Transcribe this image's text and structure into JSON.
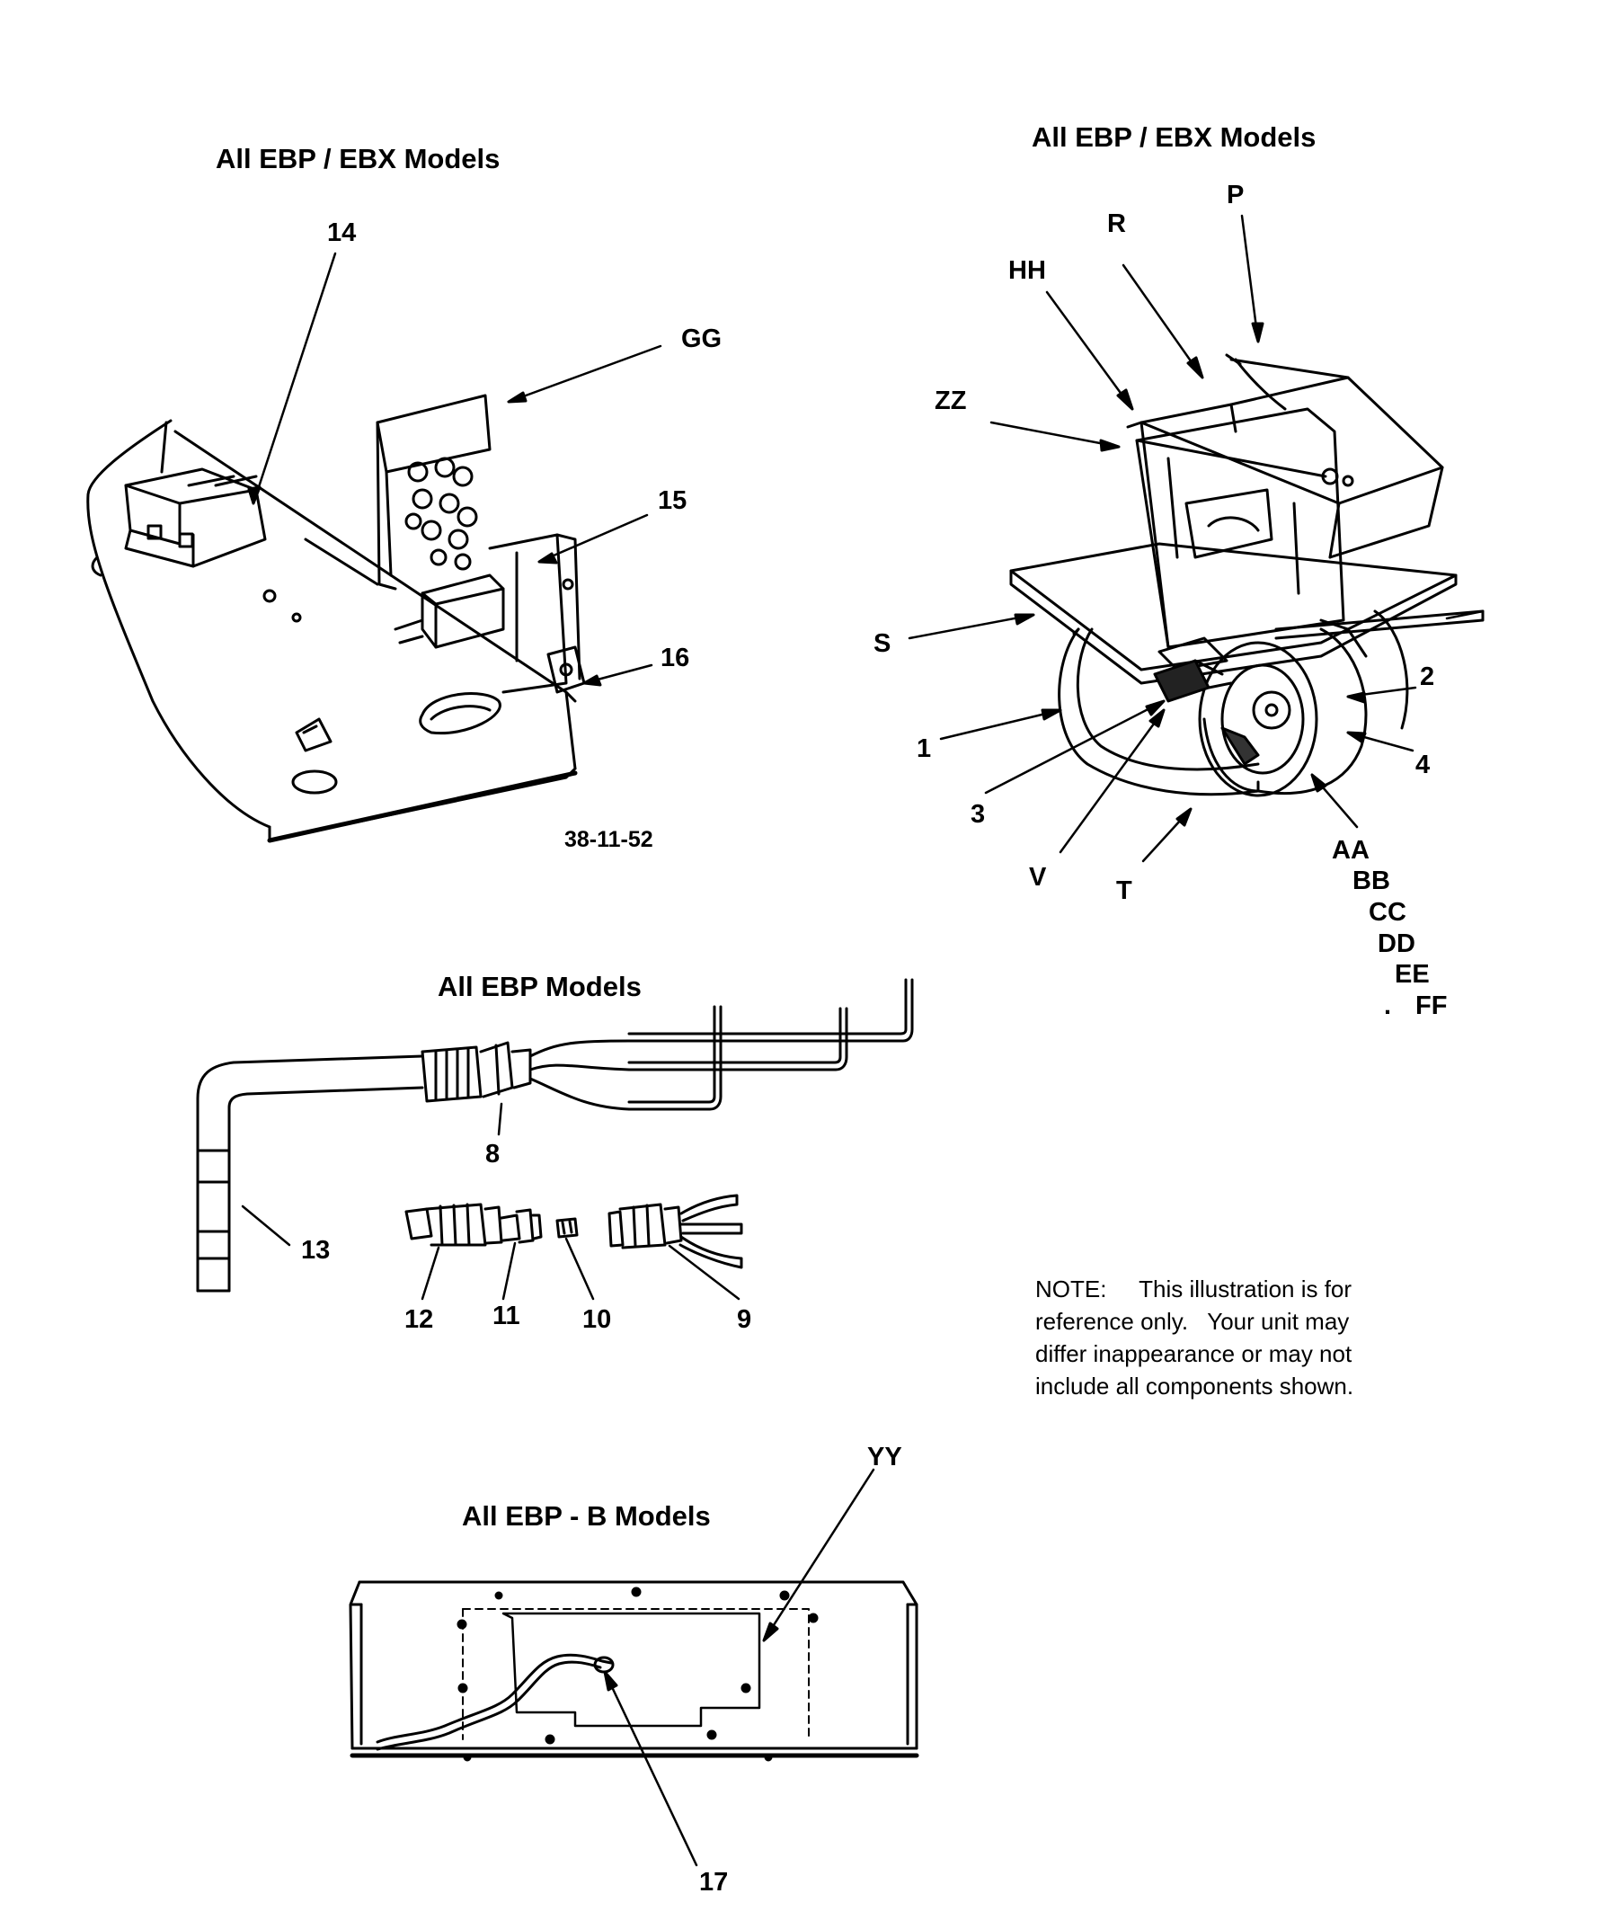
{
  "panels": {
    "control": {
      "title": "All EBP / EBX Models",
      "figure_number": "38-11-52",
      "callouts": [
        "14",
        "GG",
        "15",
        "16"
      ]
    },
    "blower": {
      "title": "All EBP / EBX Models",
      "callouts": [
        "P",
        "R",
        "HH",
        "ZZ",
        "S",
        "1",
        "3",
        "V",
        "T",
        "2",
        "4",
        "AA",
        "BB",
        "CC",
        "DD",
        "EE",
        "FF"
      ],
      "ff_mark": "."
    },
    "harness": {
      "title": "All EBP Models",
      "callouts": [
        "8",
        "13",
        "12",
        "11",
        "10",
        "9"
      ]
    },
    "base": {
      "title": "All EBP - B Models",
      "callouts": [
        "YY",
        "17"
      ]
    }
  },
  "note": {
    "lines": [
      "NOTE:     This illustration is for",
      "reference only.   Your unit may",
      "differ inappearance or may not",
      "include all components shown."
    ]
  }
}
